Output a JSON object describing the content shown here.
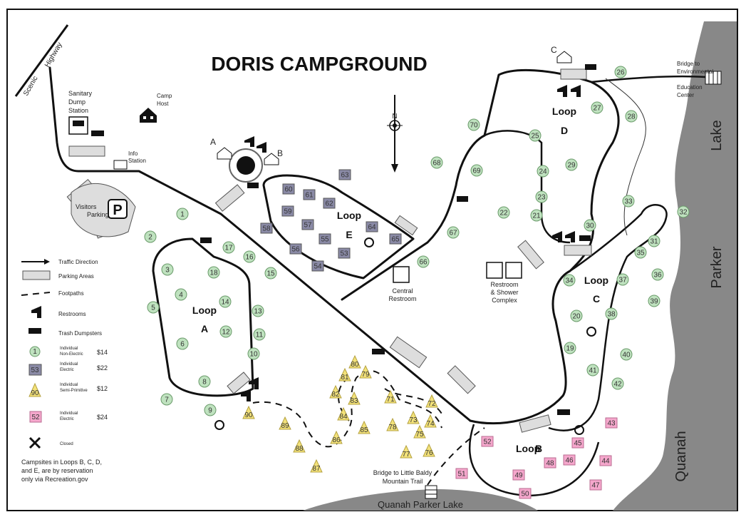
{
  "title": "DORIS CAMPGROUND",
  "north_label": "N",
  "roads": {
    "scenic": "Scenic",
    "highway": "Highway"
  },
  "water": {
    "lake_right_1": "Lake",
    "lake_right_2": "Parker",
    "lake_right_3": "Quanah",
    "lake_bottom": "Quanah   Parker   Lake"
  },
  "labels": {
    "sanitary": [
      "Sanitary",
      "Dump",
      "Station"
    ],
    "camp_host": [
      "Camp",
      "Host"
    ],
    "info_station": [
      "Info",
      "Station"
    ],
    "visitors_parking": [
      "Visitors",
      "Parking"
    ],
    "parking_symbol": "P",
    "central_restroom": [
      "Central",
      "Restroom"
    ],
    "restroom_shower": [
      "Restroom",
      "& Shower",
      "Complex"
    ],
    "bridge_env": [
      "Bridge to",
      "Environmental",
      "Education",
      "Center"
    ],
    "bridge_baldy": [
      "Bridge to Little Baldy",
      "Mountain Trail"
    ]
  },
  "shelters": [
    "A",
    "B",
    "C"
  ],
  "loops": [
    {
      "name": "Loop",
      "letter": "A"
    },
    {
      "name": "Loop",
      "letter": "B"
    },
    {
      "name": "Loop",
      "letter": "C"
    },
    {
      "name": "Loop",
      "letter": "D"
    },
    {
      "name": "Loop",
      "letter": "E"
    }
  ],
  "legend": {
    "traffic": "Traffic Direction",
    "parking": "Parking Areas",
    "footpaths": "Footpaths",
    "restrooms": "Restrooms",
    "trash": "Trash Dumpsters",
    "nonelectric_num": "1",
    "nonelectric_label": [
      "Individual",
      "Non-Electric"
    ],
    "nonelectric_price": "$14",
    "electric_num": "53",
    "electric_label": [
      "Individual",
      "Electric"
    ],
    "electric_price": "$22",
    "semi_num": "90",
    "semi_label": [
      "Individual",
      "Semi-Primitive"
    ],
    "semi_price": "$12",
    "pink_num": "52",
    "pink_label": [
      "Individual",
      "Electric"
    ],
    "pink_price": "$24",
    "closed": "Closed",
    "note": [
      "Campsites in Loops B, C, D,",
      "and E, are by reservation",
      "only via Recreation.gov"
    ]
  },
  "sites_nonelectric": [
    "1",
    "2",
    "3",
    "4",
    "5",
    "6",
    "7",
    "8",
    "9",
    "10",
    "11",
    "12",
    "13",
    "14",
    "15",
    "16",
    "17",
    "18",
    "19",
    "20",
    "21",
    "22",
    "23",
    "24",
    "25",
    "26",
    "27",
    "28",
    "29",
    "30",
    "31",
    "32",
    "33",
    "34",
    "35",
    "36",
    "37",
    "38",
    "39",
    "40",
    "41",
    "42",
    "66",
    "67",
    "69",
    "68",
    "70"
  ],
  "sites_electric": [
    "60",
    "61",
    "62",
    "63",
    "59",
    "57",
    "58",
    "55",
    "56",
    "53",
    "54",
    "64",
    "65"
  ],
  "sites_semi": [
    "80",
    "81",
    "79",
    "82",
    "83",
    "84",
    "85",
    "86",
    "88",
    "87",
    "89",
    "90",
    "71",
    "72",
    "73",
    "74",
    "75",
    "76",
    "77",
    "78"
  ],
  "sites_pink": [
    "43",
    "44",
    "45",
    "46",
    "47",
    "48",
    "49",
    "50",
    "51",
    "52"
  ]
}
